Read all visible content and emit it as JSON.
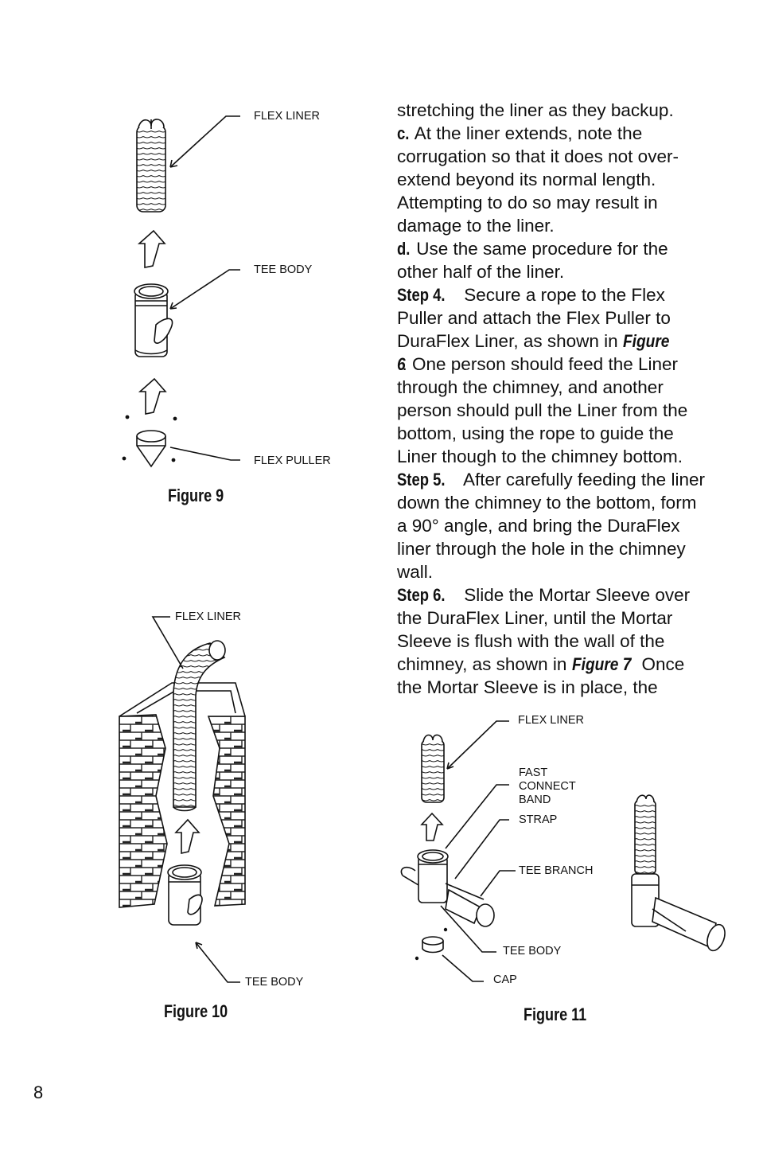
{
  "figures": {
    "fig9": {
      "caption": "Figure 9",
      "labels": {
        "flex_liner": "FLEX LINER",
        "tee_body": "TEE BODY",
        "flex_puller": "FLEX PULLER"
      }
    },
    "fig10": {
      "caption": "Figure 10",
      "labels": {
        "flex_liner": "FLEX LINER",
        "tee_body": "TEE BODY"
      }
    },
    "fig11": {
      "caption": "Figure 11",
      "labels": {
        "flex_liner": "FLEX LINER",
        "fast": "FAST",
        "connect": "CONNECT",
        "band": "BAND",
        "strap": "STRAP",
        "tee_branch": "TEE BRANCH",
        "tee_body": "TEE BODY",
        "cap": "CAP"
      }
    }
  },
  "text": {
    "l1": "stretching the liner as they backup.",
    "l2_lead": "c.",
    "l2": " At the liner extends, note the",
    "l3": "corrugation so that it does not over-",
    "l4": "extend beyond its normal length.",
    "l5": "Attempting to do so may result in",
    "l6": "damage to the liner.",
    "l7_lead": "d.",
    "l7": " Use the same procedure for the",
    "l8": "other half of the liner.",
    "l9_lead": "Step 4.",
    "l9": "  Secure a rope to the Flex",
    "l10": "Puller and attach the Flex Puller to",
    "l11": "DuraFlex Liner, as shown in ",
    "l11_fig": "Figure",
    "l12_fig": "6",
    "l12": ". One person should feed the Liner",
    "l13": "through the chimney, and another",
    "l14": "person should pull the Liner from the",
    "l15": "bottom, using the rope to guide the",
    "l16": "Liner though to the chimney bottom.",
    "l17_lead": "Step 5.",
    "l17": "  After carefully feeding the liner",
    "l18": "down the chimney to the bottom, form",
    "l19": "a 90° angle, and bring the DuraFlex",
    "l20": "liner through the hole in the chimney",
    "l21": "wall.",
    "l22_lead": "Step 6.",
    "l22": "  Slide the Mortar Sleeve over",
    "l23": "the DuraFlex Liner, until the Mortar",
    "l24": "Sleeve is flush with the wall of the",
    "l25": "chimney, as shown in ",
    "l25_fig": "Figure 7",
    "l25_end": " Once",
    "l26": "the Mortar Sleeve is in place, the"
  },
  "page_number": "8"
}
